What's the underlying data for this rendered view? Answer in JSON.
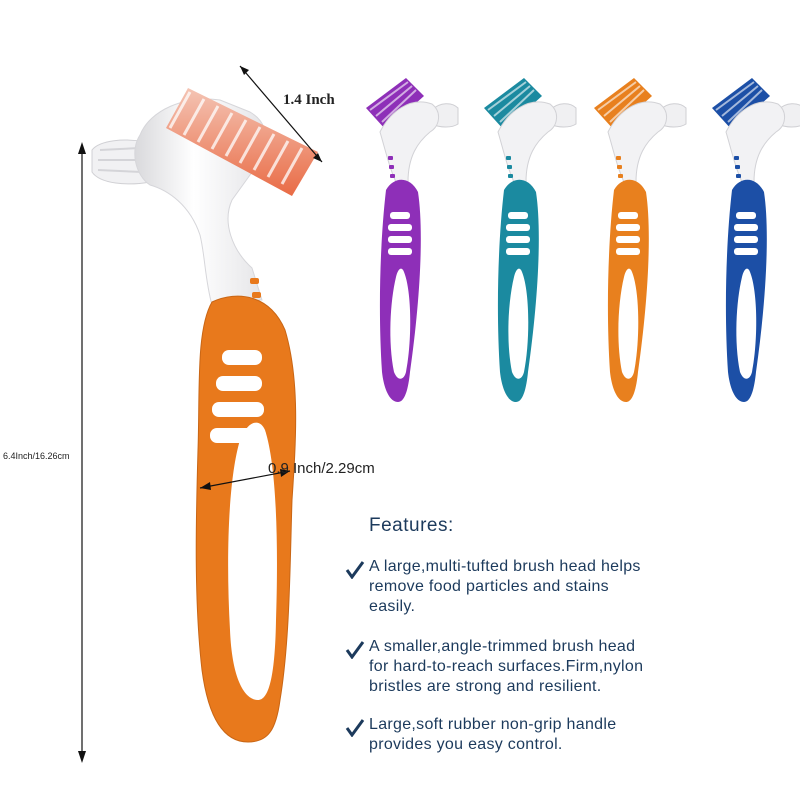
{
  "dimensions": {
    "head_width": "1.4 Inch",
    "height": "6.4Inch/16.26cm",
    "handle_width": "0.9 Inch/2.29cm"
  },
  "features": {
    "title": "Features:",
    "items": [
      [
        "A large,multi-tufted brush head helps",
        "remove food particles and stains",
        "easily."
      ],
      [
        "A smaller,angle-trimmed brush head",
        "for hard-to-reach surfaces.Firm,nylon",
        "bristles are strong and resilient."
      ],
      [
        "Large,soft rubber non-grip handle",
        "provides you easy control."
      ]
    ]
  },
  "colors": {
    "orange": "#e8791c",
    "purple": "#8e2fb8",
    "teal": "#1b8aa0",
    "orange_small": "#e8801e",
    "blue": "#1c4fa6",
    "text": "#1c3a5c"
  }
}
